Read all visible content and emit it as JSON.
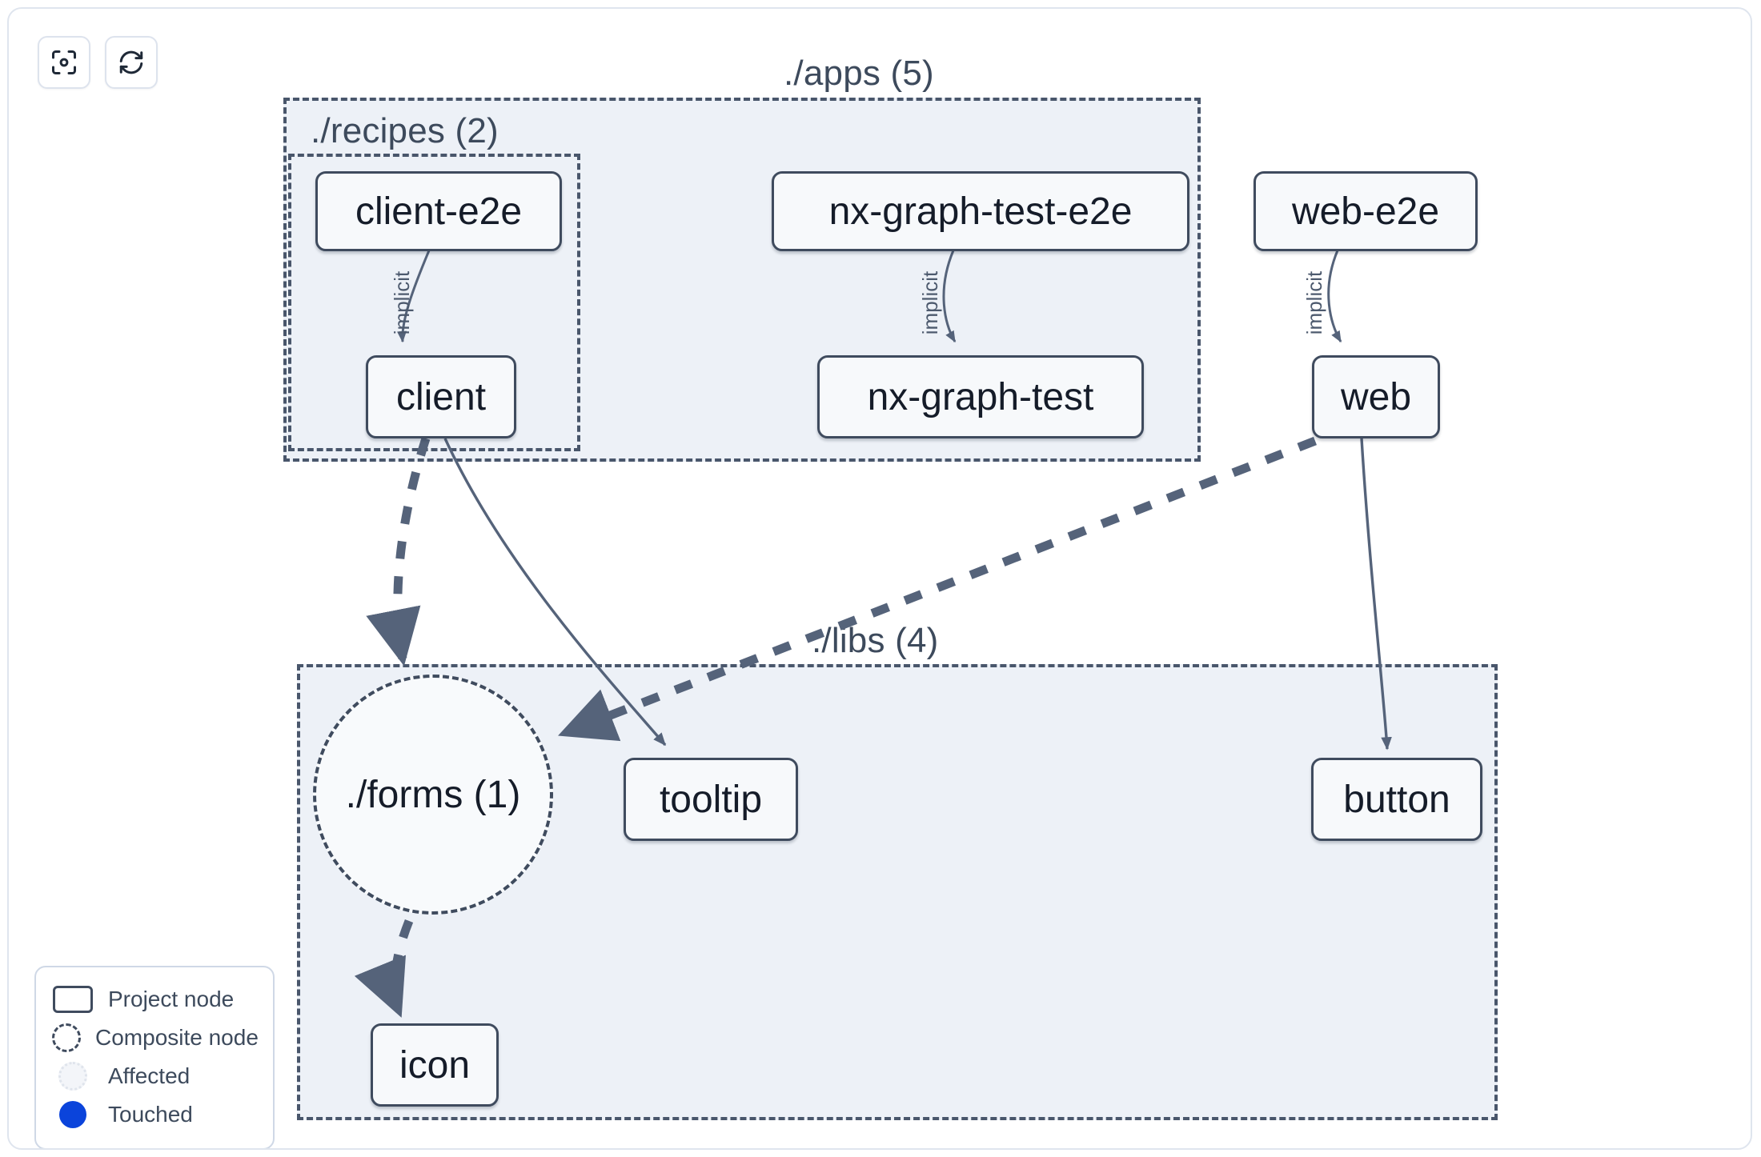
{
  "toolbar": {
    "buttons": [
      {
        "name": "focus-graph-button",
        "icon": "focus-target-icon",
        "title": "Focus graph"
      },
      {
        "name": "refresh-graph-button",
        "icon": "refresh-icon",
        "title": "Refresh graph"
      }
    ]
  },
  "graph": {
    "groups": [
      {
        "id": "apps",
        "label": "./apps (5)",
        "count": 5
      },
      {
        "id": "recipes",
        "label": "./recipes (2)",
        "count": 2
      },
      {
        "id": "libs",
        "label": "./libs (4)",
        "count": 4
      }
    ],
    "nodes": [
      {
        "id": "client-e2e",
        "label": "client-e2e",
        "type": "project",
        "group": "recipes"
      },
      {
        "id": "client",
        "label": "client",
        "type": "project",
        "group": "recipes"
      },
      {
        "id": "nx-graph-test-e2e",
        "label": "nx-graph-test-e2e",
        "type": "project",
        "group": "apps"
      },
      {
        "id": "nx-graph-test",
        "label": "nx-graph-test",
        "type": "project",
        "group": "apps"
      },
      {
        "id": "web-e2e",
        "label": "web-e2e",
        "type": "project",
        "group": "apps"
      },
      {
        "id": "web",
        "label": "web",
        "type": "project",
        "group": "apps"
      },
      {
        "id": "forms",
        "label": "./forms (1)",
        "type": "composite",
        "group": "libs"
      },
      {
        "id": "tooltip",
        "label": "tooltip",
        "type": "project",
        "group": "libs"
      },
      {
        "id": "button",
        "label": "button",
        "type": "project",
        "group": "libs"
      },
      {
        "id": "icon",
        "label": "icon",
        "type": "project",
        "group": "libs"
      }
    ],
    "edges": [
      {
        "from": "client-e2e",
        "to": "client",
        "label": "implicit",
        "style": "solid"
      },
      {
        "from": "nx-graph-test-e2e",
        "to": "nx-graph-test",
        "label": "implicit",
        "style": "solid"
      },
      {
        "from": "web-e2e",
        "to": "web",
        "label": "implicit",
        "style": "solid"
      },
      {
        "from": "client",
        "to": "forms",
        "label": "",
        "style": "dashed"
      },
      {
        "from": "client",
        "to": "tooltip",
        "label": "",
        "style": "solid"
      },
      {
        "from": "web",
        "to": "forms",
        "label": "",
        "style": "dashed"
      },
      {
        "from": "web",
        "to": "button",
        "label": "",
        "style": "solid"
      },
      {
        "from": "forms",
        "to": "icon",
        "label": "",
        "style": "dashed"
      }
    ]
  },
  "legend": {
    "items": [
      {
        "swatch": "project-node-swatch",
        "label": "Project node"
      },
      {
        "swatch": "composite-node-swatch",
        "label": "Composite node"
      },
      {
        "swatch": "affected-swatch",
        "label": "Affected"
      },
      {
        "swatch": "touched-swatch",
        "label": "Touched"
      }
    ]
  },
  "colors": {
    "group_background": "#edf1f7",
    "group_border": "#49566b",
    "node_background": "#f7f9fb",
    "node_border": "#3f4b5e",
    "node_text": "#151c29",
    "edge": "#4d5a6e",
    "touched": "#0b44db",
    "panel_border": "#dfe5ee"
  }
}
